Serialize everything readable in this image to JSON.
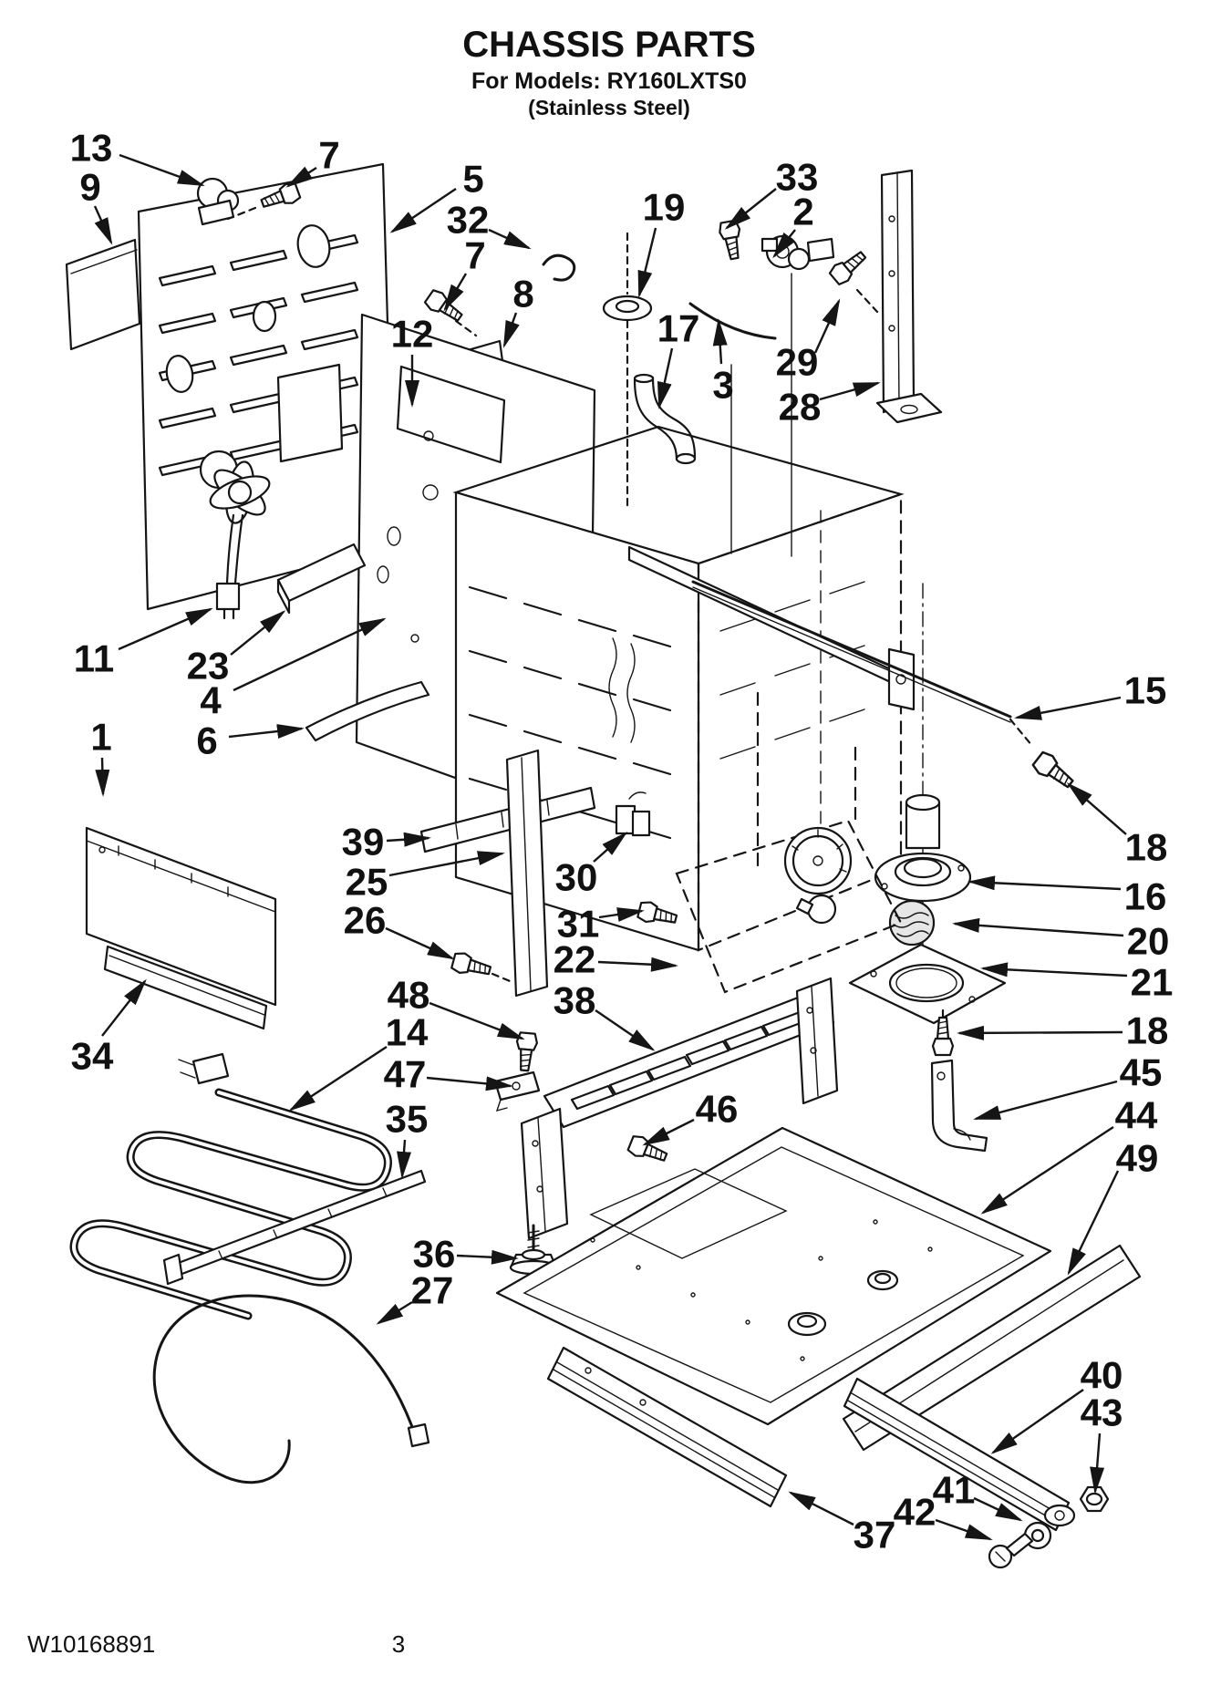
{
  "header": {
    "title": "CHASSIS PARTS",
    "models_line": "For Models: RY160LXTS0",
    "finish_line": "(Stainless Steel)"
  },
  "footer": {
    "doc_number": "W10168891",
    "page_number": "3"
  },
  "callouts": [
    {
      "n": "13",
      "label": [
        100,
        162
      ],
      "arrow": [
        131,
        170,
        222,
        203
      ]
    },
    {
      "n": "9",
      "label": [
        99,
        205
      ],
      "arrow": [
        104,
        226,
        122,
        266
      ]
    },
    {
      "n": "7",
      "label": [
        361,
        170
      ],
      "arrow": [
        347,
        184,
        316,
        204
      ]
    },
    {
      "n": "5",
      "label": [
        519,
        196
      ],
      "arrow": [
        500,
        207,
        430,
        254
      ]
    },
    {
      "n": "32",
      "label": [
        513,
        241
      ],
      "arrow": [
        536,
        252,
        580,
        272
      ]
    },
    {
      "n": "19",
      "label": [
        728,
        227
      ],
      "arrow": [
        719,
        250,
        701,
        324
      ]
    },
    {
      "n": "33",
      "label": [
        874,
        194
      ],
      "arrow": [
        851,
        207,
        797,
        250
      ]
    },
    {
      "n": "2",
      "label": [
        881,
        232
      ],
      "arrow": [
        872,
        252,
        849,
        281
      ]
    },
    {
      "n": "7",
      "label": [
        521,
        280
      ],
      "arrow": [
        511,
        300,
        488,
        339
      ]
    },
    {
      "n": "8",
      "label": [
        574,
        322
      ],
      "arrow": [
        566,
        343,
        553,
        379
      ]
    },
    {
      "n": "12",
      "label": [
        452,
        366
      ],
      "arrow": [
        452,
        389,
        452,
        444
      ]
    },
    {
      "n": "17",
      "label": [
        744,
        360
      ],
      "arrow": [
        737,
        382,
        723,
        446
      ]
    },
    {
      "n": "3",
      "label": [
        793,
        422
      ],
      "arrow": [
        791,
        399,
        788,
        352
      ]
    },
    {
      "n": "29",
      "label": [
        874,
        397
      ],
      "arrow": [
        894,
        387,
        920,
        330
      ]
    },
    {
      "n": "28",
      "label": [
        877,
        446
      ],
      "arrow": [
        899,
        438,
        963,
        420
      ]
    },
    {
      "n": "11",
      "label": [
        103,
        722
      ],
      "arrow": [
        130,
        712,
        231,
        668
      ]
    },
    {
      "n": "23",
      "label": [
        228,
        730
      ],
      "arrow": [
        253,
        718,
        311,
        671
      ]
    },
    {
      "n": "4",
      "label": [
        231,
        768
      ],
      "arrow": [
        256,
        757,
        421,
        679
      ]
    },
    {
      "n": "6",
      "label": [
        227,
        812
      ],
      "arrow": [
        251,
        808,
        331,
        799
      ]
    },
    {
      "n": "1",
      "label": [
        111,
        808
      ],
      "arrow": [
        112,
        831,
        113,
        871
      ]
    },
    {
      "n": "39",
      "label": [
        398,
        923
      ],
      "arrow": [
        424,
        922,
        470,
        919
      ]
    },
    {
      "n": "25",
      "label": [
        402,
        967
      ],
      "arrow": [
        427,
        960,
        551,
        936
      ]
    },
    {
      "n": "26",
      "label": [
        400,
        1009
      ],
      "arrow": [
        423,
        1018,
        496,
        1051
      ]
    },
    {
      "n": "30",
      "label": [
        632,
        962
      ],
      "arrow": [
        651,
        945,
        686,
        914
      ]
    },
    {
      "n": "31",
      "label": [
        634,
        1013
      ],
      "arrow": [
        657,
        1006,
        704,
        999
      ]
    },
    {
      "n": "22",
      "label": [
        630,
        1052
      ],
      "arrow": [
        656,
        1055,
        741,
        1059
      ]
    },
    {
      "n": "38",
      "label": [
        630,
        1097
      ],
      "arrow": [
        653,
        1108,
        716,
        1151
      ]
    },
    {
      "n": "48",
      "label": [
        448,
        1091
      ],
      "arrow": [
        471,
        1100,
        573,
        1139
      ]
    },
    {
      "n": "14",
      "label": [
        446,
        1132
      ],
      "arrow": [
        424,
        1148,
        319,
        1217
      ]
    },
    {
      "n": "47",
      "label": [
        444,
        1178
      ],
      "arrow": [
        468,
        1182,
        560,
        1191
      ]
    },
    {
      "n": "35",
      "label": [
        446,
        1227
      ],
      "arrow": [
        444,
        1250,
        441,
        1290
      ]
    },
    {
      "n": "46",
      "label": [
        786,
        1216
      ],
      "arrow": [
        761,
        1228,
        707,
        1255
      ]
    },
    {
      "n": "36",
      "label": [
        476,
        1375
      ],
      "arrow": [
        501,
        1377,
        566,
        1380
      ]
    },
    {
      "n": "27",
      "label": [
        474,
        1415
      ],
      "arrow": [
        452,
        1428,
        415,
        1451
      ]
    },
    {
      "n": "34",
      "label": [
        101,
        1158
      ],
      "arrow": [
        112,
        1136,
        159,
        1076
      ]
    },
    {
      "n": "15",
      "label": [
        1256,
        757
      ],
      "arrow": [
        1229,
        765,
        1115,
        787
      ]
    },
    {
      "n": "18",
      "label": [
        1257,
        929
      ],
      "arrow": [
        1235,
        915,
        1172,
        860
      ]
    },
    {
      "n": "16",
      "label": [
        1256,
        983
      ],
      "arrow": [
        1229,
        975,
        1064,
        967
      ]
    },
    {
      "n": "20",
      "label": [
        1259,
        1032
      ],
      "arrow": [
        1232,
        1026,
        1047,
        1013
      ]
    },
    {
      "n": "21",
      "label": [
        1263,
        1077
      ],
      "arrow": [
        1236,
        1070,
        1078,
        1062
      ]
    },
    {
      "n": "18",
      "label": [
        1258,
        1130
      ],
      "arrow": [
        1231,
        1132,
        1052,
        1133
      ]
    },
    {
      "n": "45",
      "label": [
        1251,
        1176
      ],
      "arrow": [
        1225,
        1186,
        1070,
        1227
      ]
    },
    {
      "n": "44",
      "label": [
        1246,
        1223
      ],
      "arrow": [
        1221,
        1236,
        1078,
        1330
      ]
    },
    {
      "n": "49",
      "label": [
        1247,
        1270
      ],
      "arrow": [
        1226,
        1284,
        1172,
        1396
      ]
    },
    {
      "n": "40",
      "label": [
        1208,
        1508
      ],
      "arrow": [
        1188,
        1524,
        1089,
        1593
      ]
    },
    {
      "n": "43",
      "label": [
        1208,
        1549
      ],
      "arrow": [
        1206,
        1572,
        1201,
        1636
      ]
    },
    {
      "n": "41",
      "label": [
        1046,
        1634
      ],
      "arrow": [
        1068,
        1643,
        1119,
        1667
      ]
    },
    {
      "n": "42",
      "label": [
        1003,
        1658
      ],
      "arrow": [
        1026,
        1667,
        1086,
        1688
      ]
    },
    {
      "n": "37",
      "label": [
        959,
        1683
      ],
      "arrow": [
        936,
        1672,
        867,
        1637
      ]
    }
  ]
}
